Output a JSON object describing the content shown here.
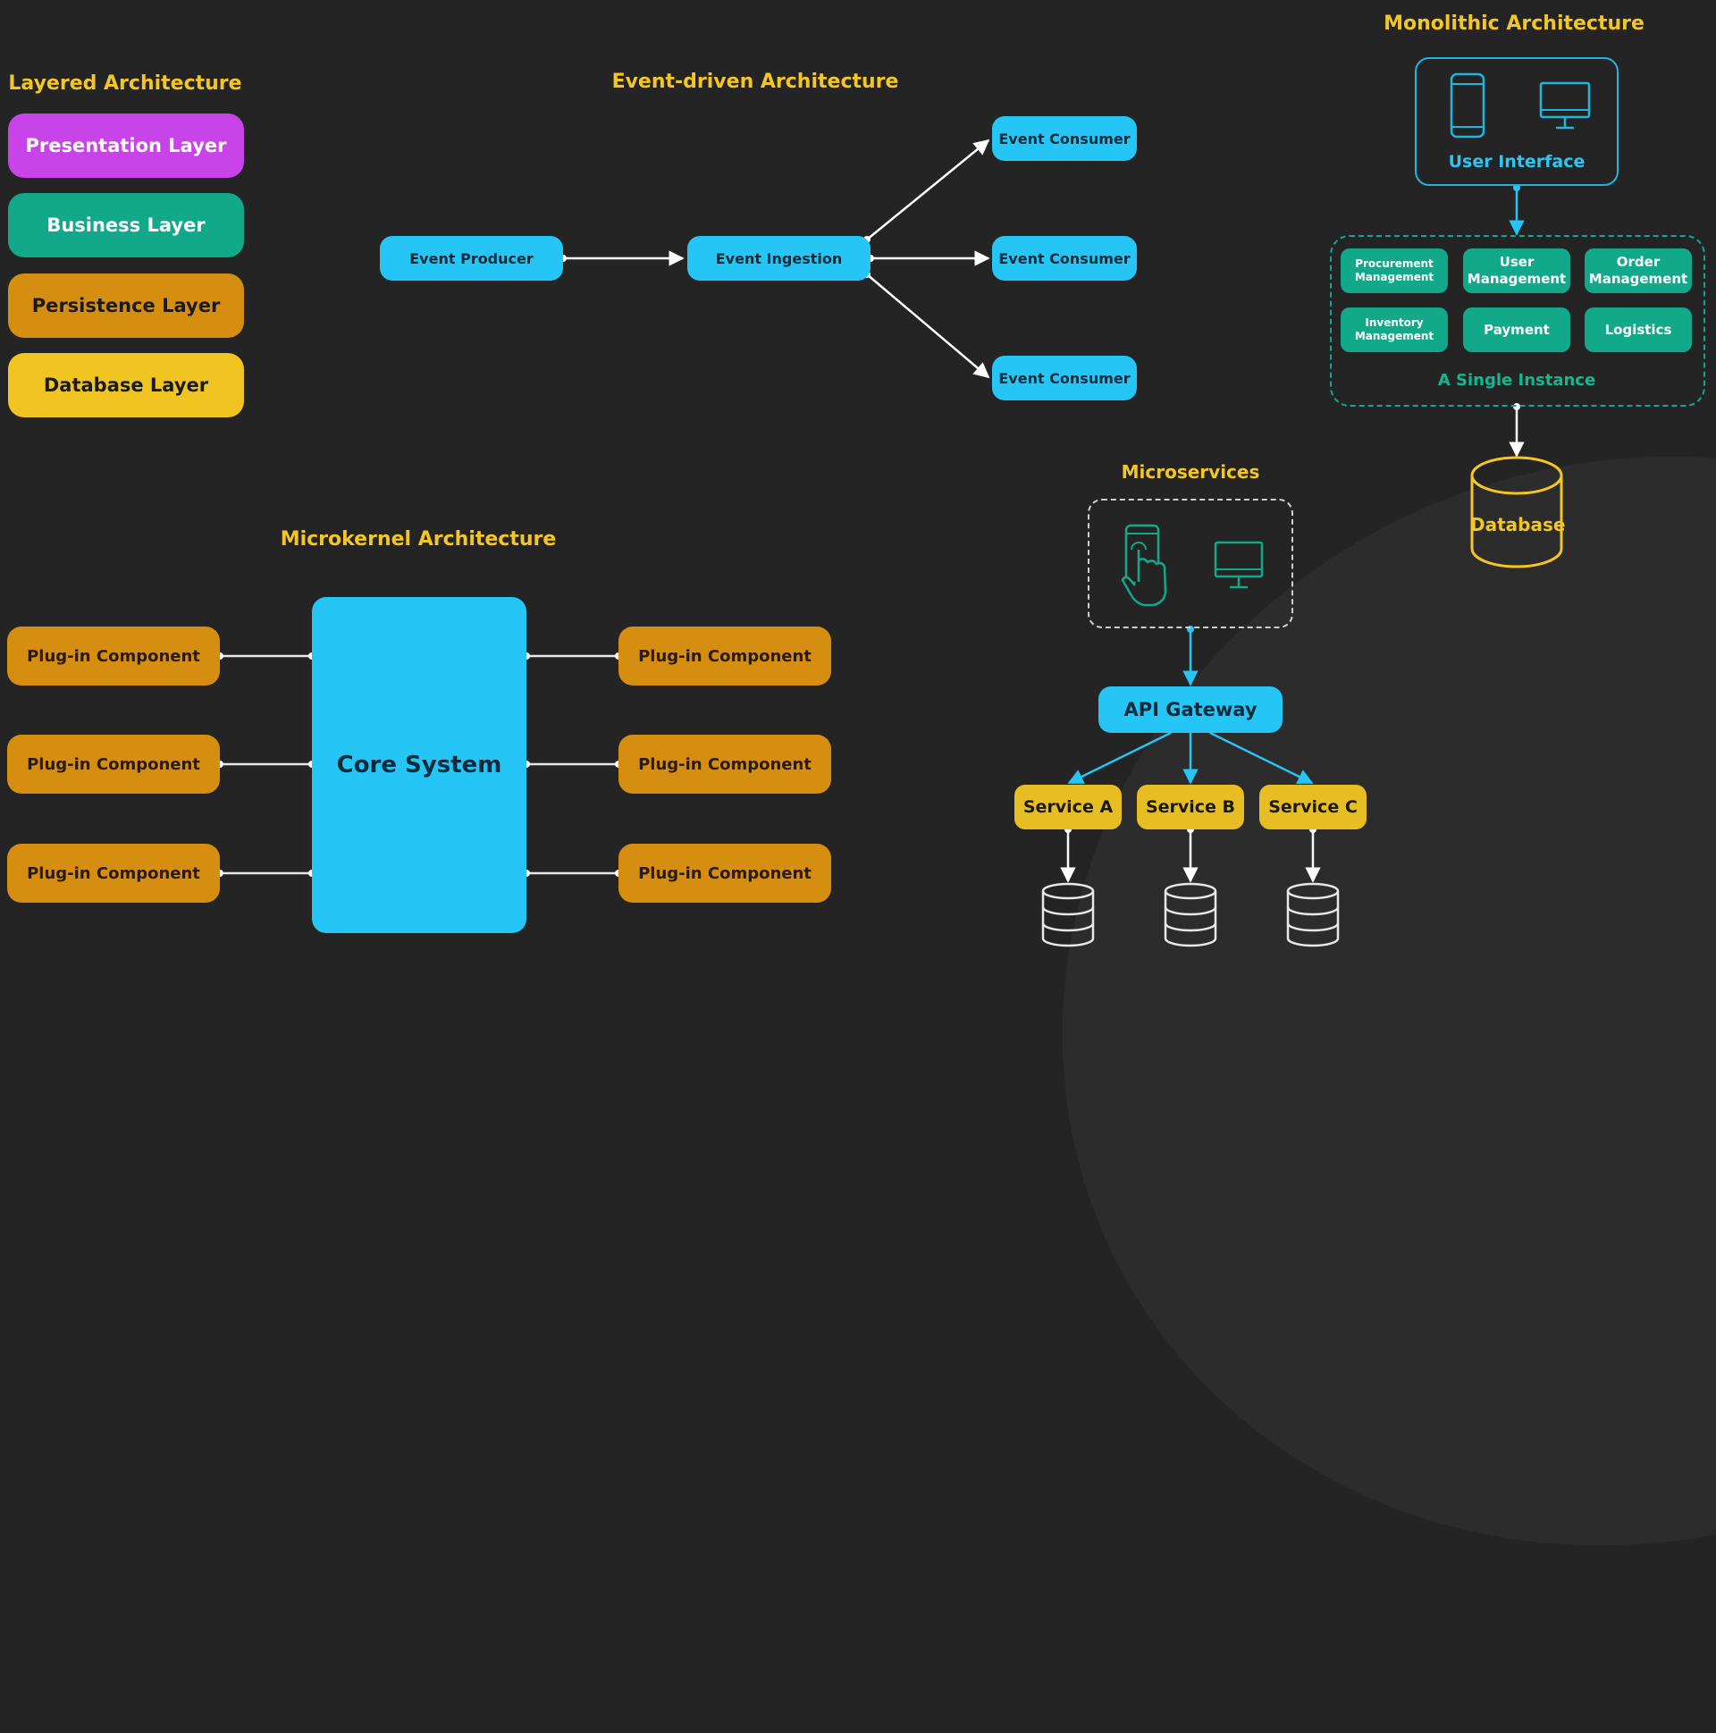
{
  "layered": {
    "title": "Layered Architecture",
    "layers": [
      {
        "label": "Presentation Layer",
        "color": "#c844e8"
      },
      {
        "label": "Business Layer",
        "color": "#11a98a"
      },
      {
        "label": "Persistence Layer",
        "color": "#d58e0f"
      },
      {
        "label": "Database Layer",
        "color": "#f0c522"
      }
    ]
  },
  "event_driven": {
    "title": "Event-driven Architecture",
    "producer": "Event Producer",
    "ingestion": "Event Ingestion",
    "consumers": [
      "Event Consumer",
      "Event Consumer",
      "Event Consumer"
    ]
  },
  "monolithic": {
    "title": "Monolithic Architecture",
    "ui_label": "User Interface",
    "modules": [
      {
        "label": "Procurement Management",
        "size": "small"
      },
      {
        "label": "User Management",
        "size": "normal"
      },
      {
        "label": "Order Management",
        "size": "normal"
      },
      {
        "label": "Inventory Management",
        "size": "small"
      },
      {
        "label": "Payment",
        "size": "normal"
      },
      {
        "label": "Logistics",
        "size": "normal"
      }
    ],
    "instance_label": "A Single Instance",
    "database_label": "Database",
    "icons": [
      "phone-icon",
      "monitor-icon",
      "database-icon"
    ]
  },
  "microkernel": {
    "title": "Microkernel Architecture",
    "core": "Core System",
    "left_plugins": [
      "Plug-in Component",
      "Plug-in Component",
      "Plug-in Component"
    ],
    "right_plugins": [
      "Plug-in Component",
      "Plug-in Component",
      "Plug-in Component"
    ]
  },
  "microservices": {
    "title": "Microservices",
    "gateway": "API Gateway",
    "services": [
      "Service A",
      "Service B",
      "Service C"
    ],
    "icons": [
      "touch-phone-icon",
      "monitor-icon",
      "database-icon"
    ]
  },
  "colors": {
    "background": "#242424",
    "title": "#f3c623",
    "event_blue": "#25c6f5",
    "module_green": "#11a98a",
    "plugin_orange": "#d58e0f",
    "service_yellow": "#e6be23"
  }
}
